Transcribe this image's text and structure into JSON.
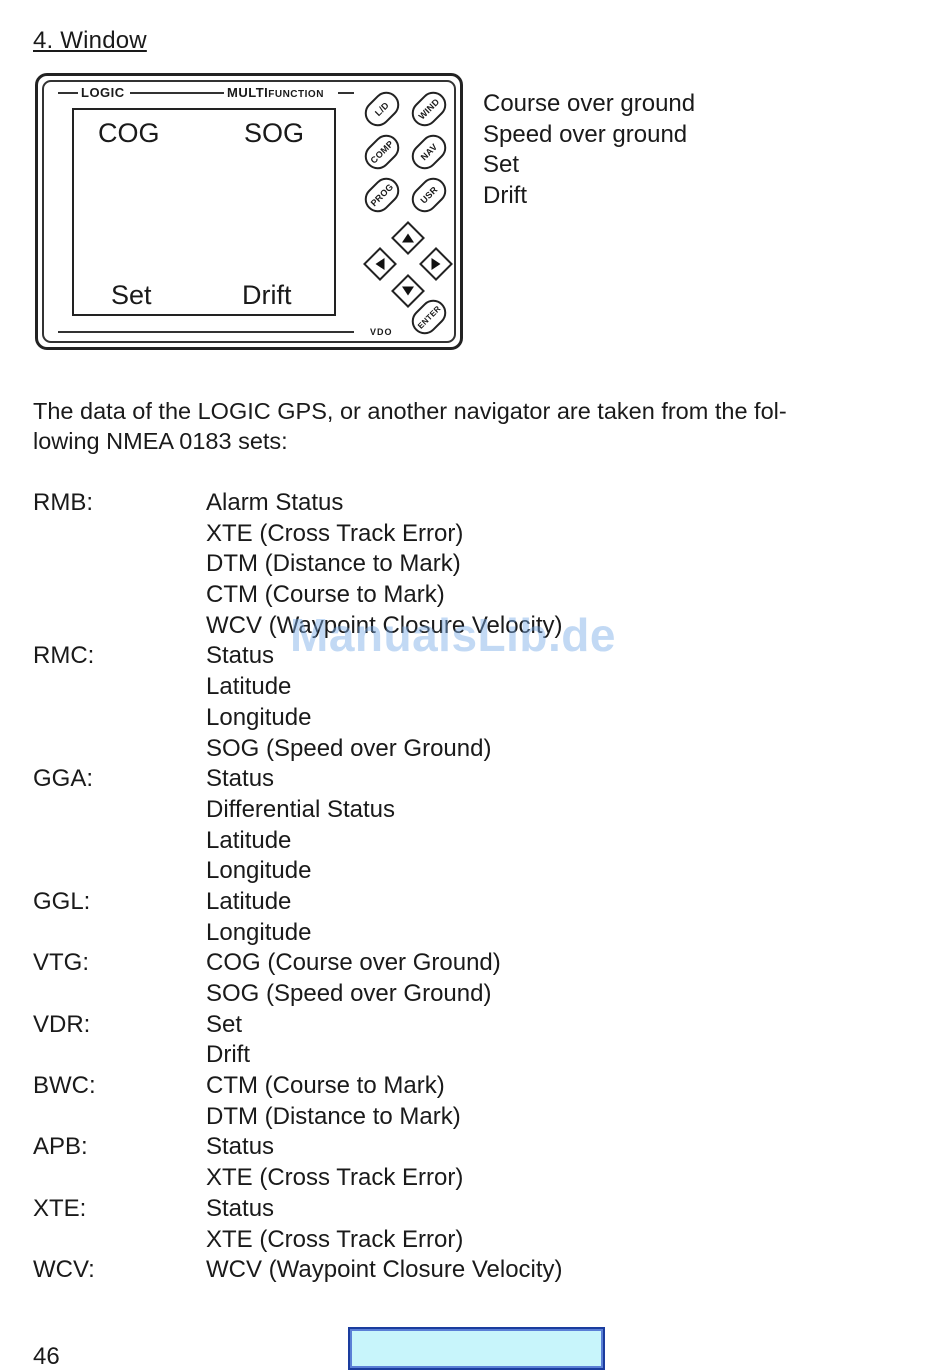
{
  "section_heading": "4. Window",
  "device": {
    "brand_left": "LOGIC",
    "brand_right_main": "MULTI",
    "brand_right_small": "FUNCTION",
    "vdo": "VDO",
    "display": {
      "top_left": "COG",
      "top_right": "SOG",
      "bottom_left": "Set",
      "bottom_right": "Drift"
    },
    "keys": {
      "ld": "L/D",
      "wind": "WIND",
      "comp": "COMP",
      "nav": "NAV",
      "prog": "PROG",
      "usr": "USR",
      "enter": "ENTER"
    },
    "arrow_icons": [
      "arrow-up-icon",
      "arrow-left-icon",
      "arrow-right-icon",
      "arrow-down-icon"
    ]
  },
  "legend": [
    "Course over ground",
    "Speed over ground",
    "Set",
    "Drift"
  ],
  "intro": [
    "The data of the LOGIC GPS, or another navigator are taken from the fol-",
    "lowing NMEA 0183 sets:"
  ],
  "nmea_rows": [
    {
      "code": "RMB:",
      "desc": "Alarm Status"
    },
    {
      "code": "",
      "desc": "XTE (Cross Track Error)"
    },
    {
      "code": "",
      "desc": "DTM (Distance to Mark)"
    },
    {
      "code": "",
      "desc": "CTM (Course to Mark)"
    },
    {
      "code": "",
      "desc": "WCV (Waypoint Closure Velocity)"
    },
    {
      "code": "RMC:",
      "desc": "Status"
    },
    {
      "code": "",
      "desc": "Latitude"
    },
    {
      "code": "",
      "desc": "Longitude"
    },
    {
      "code": "",
      "desc": "SOG (Speed over Ground)"
    },
    {
      "code": "GGA:",
      "desc": "Status"
    },
    {
      "code": "",
      "desc": "Differential Status"
    },
    {
      "code": "",
      "desc": "Latitude"
    },
    {
      "code": "",
      "desc": "Longitude"
    },
    {
      "code": "GGL:",
      "desc": "Latitude"
    },
    {
      "code": "",
      "desc": "Longitude"
    },
    {
      "code": "VTG:",
      "desc": "COG (Course over Ground)"
    },
    {
      "code": "",
      "desc": "SOG (Speed over Ground)"
    },
    {
      "code": "VDR:",
      "desc": "Set"
    },
    {
      "code": "",
      "desc": "Drift"
    },
    {
      "code": "BWC:",
      "desc": "CTM (Course to Mark)"
    },
    {
      "code": "",
      "desc": "DTM (Distance to Mark)"
    },
    {
      "code": "APB:",
      "desc": "Status"
    },
    {
      "code": "",
      "desc": "XTE (Cross Track Error)"
    },
    {
      "code": "XTE:",
      "desc": "Status"
    },
    {
      "code": "",
      "desc": "XTE (Cross Track Error)"
    },
    {
      "code": "WCV:",
      "desc": "WCV (Waypoint Closure Velocity)"
    }
  ],
  "watermark": "ManualsLib.de",
  "page_number": "46",
  "colors": {
    "nav_bar_fill": "#c8f5fb",
    "nav_bar_border": "#1a3c9e",
    "watermark": "#78aae6"
  }
}
